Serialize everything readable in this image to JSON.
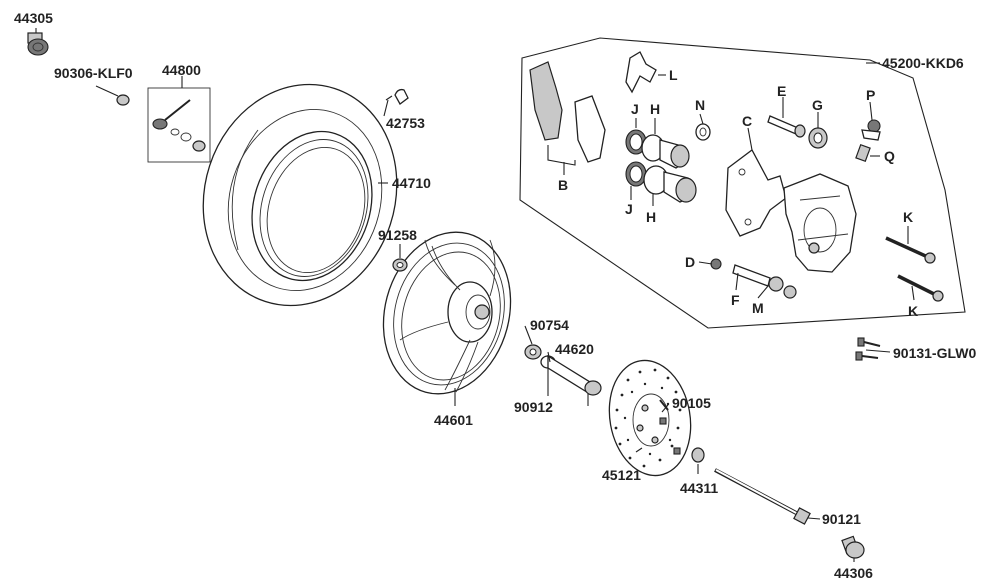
{
  "diagram": {
    "group_label": "45200-KKD6",
    "parts": [
      {
        "id": "44305",
        "label": "44305"
      },
      {
        "id": "90306-KLF0",
        "label": "90306-KLF0"
      },
      {
        "id": "44800",
        "label": "44800"
      },
      {
        "id": "42753",
        "label": "42753"
      },
      {
        "id": "44710",
        "label": "44710"
      },
      {
        "id": "91258",
        "label": "91258"
      },
      {
        "id": "90754",
        "label": "90754"
      },
      {
        "id": "44620",
        "label": "44620"
      },
      {
        "id": "90912",
        "label": "90912"
      },
      {
        "id": "44601",
        "label": "44601"
      },
      {
        "id": "90105",
        "label": "90105"
      },
      {
        "id": "45121",
        "label": "45121"
      },
      {
        "id": "44311",
        "label": "44311"
      },
      {
        "id": "90121",
        "label": "90121"
      },
      {
        "id": "44306",
        "label": "44306"
      },
      {
        "id": "90131-GLW0",
        "label": "90131-GLW0"
      }
    ],
    "letters": {
      "B": "B",
      "L": "L",
      "J1": "J",
      "H1": "H",
      "N": "N",
      "E": "E",
      "G": "G",
      "P": "P",
      "C": "C",
      "Q": "Q",
      "J2": "J",
      "H2": "H",
      "K1": "K",
      "D": "D",
      "F": "F",
      "M": "M",
      "K2": "K"
    },
    "line_color": "#222222"
  }
}
